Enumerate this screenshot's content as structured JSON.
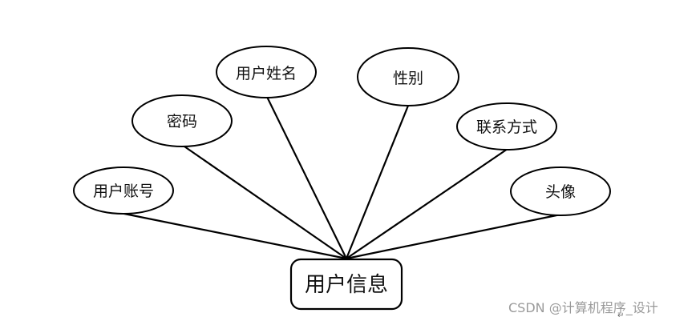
{
  "entity": {
    "label": "用户信息"
  },
  "attributes": [
    {
      "id": "account",
      "label": "用户账号"
    },
    {
      "id": "password",
      "label": "密码"
    },
    {
      "id": "username",
      "label": "用户姓名"
    },
    {
      "id": "gender",
      "label": "性别"
    },
    {
      "id": "contact",
      "label": "联系方式"
    },
    {
      "id": "avatar",
      "label": "头像"
    }
  ],
  "watermark": {
    "text": "CSDN @计算机程序_设计"
  },
  "colors": {
    "stroke": "#000000",
    "background": "#ffffff",
    "watermark": "#9a9a9a"
  }
}
